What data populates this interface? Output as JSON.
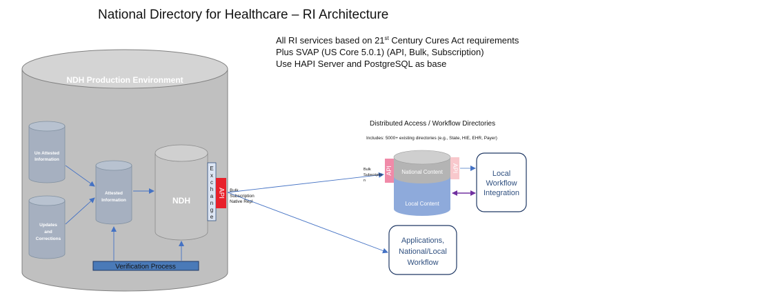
{
  "title": "National Directory for Healthcare – RI Architecture",
  "notes": {
    "line1_prefix": "All RI services based on 21",
    "line1_sup": "st",
    "line1_suffix": " Century Cures Act requirements",
    "line2": "Plus SVAP (US Core 5.0.1) (API, Bulk, Subscription)",
    "line3": "Use HAPI Server and PostgreSQL as base"
  },
  "production": {
    "label": "NDH Production Environment",
    "unattested": [
      "Un Attested",
      "Information"
    ],
    "updates": [
      "Updates",
      "and",
      "Corrections"
    ],
    "attested": [
      "Attested",
      "Information"
    ],
    "ndh": "NDH",
    "exchange_letters": [
      "E",
      "x",
      "c",
      "h",
      "a",
      "n",
      "g",
      "e"
    ],
    "api": "API",
    "verification": "Verification Process"
  },
  "edge_label": [
    "Bulk",
    "Subscription",
    "Native Repl"
  ],
  "distributed": {
    "title": "Distributed Access / Workflow Directories",
    "includes": "Includes: 5000+ existing directories (e.g., State, HIE,  EHR,  Payer)",
    "bulk_label": [
      "Bulk",
      "Subscriptio",
      "n"
    ],
    "api_left": "API",
    "api_right": "API",
    "national": "National Content",
    "local": "Local Content",
    "workflow": [
      "Local",
      "Workflow",
      "Integration"
    ]
  },
  "applications": [
    "Applications,",
    "National/Local",
    "Workflow"
  ],
  "colors": {
    "cylinder_gray": "#c0c0c0",
    "inner_gray": "#a6b0c0",
    "blue_box": "#4a7ab8",
    "api_red": "#e8202a",
    "api_pink": "#f08aa8",
    "api_light_pink": "#f8c8cc",
    "local_blue": "#8eaadb",
    "border_navy": "#1f3864",
    "arrow_blue": "#4472c4",
    "arrow_purple": "#7030a0"
  }
}
